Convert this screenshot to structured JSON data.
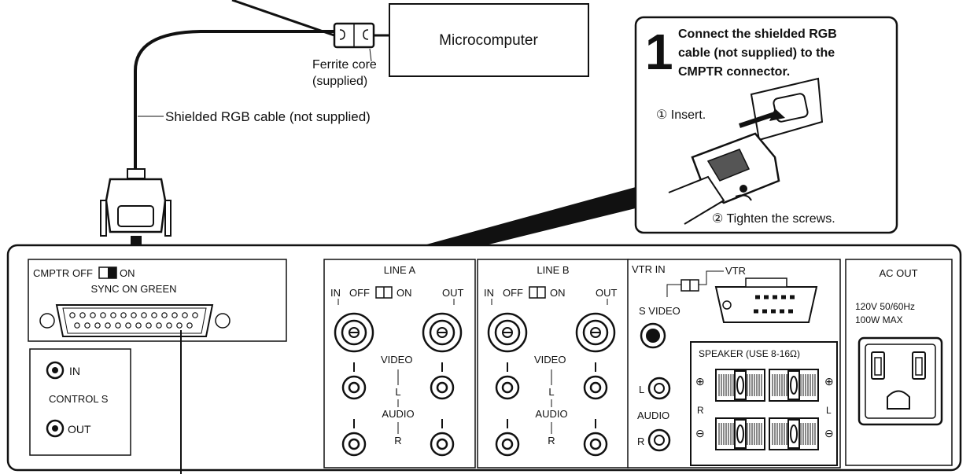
{
  "computer": {
    "label": "Microcomputer"
  },
  "ferrite": {
    "line1": "Ferrite core",
    "line2": "(supplied)"
  },
  "cable_label": "Shielded RGB cable (not supplied)",
  "step": {
    "number": "1",
    "line1": "Connect the shielded RGB",
    "line2": "cable (not supplied) to the",
    "line3": "CMPTR connector.",
    "substep1": "① Insert.",
    "substep2": "② Tighten the screws."
  },
  "panel": {
    "cmptr": {
      "label": "CMPTR",
      "off": "OFF",
      "on": "ON",
      "sync": "SYNC ON GREEN"
    },
    "controls": {
      "in": "IN",
      "label": "CONTROL S",
      "out": "OUT"
    },
    "line_a": {
      "title": "LINE A",
      "in": "IN",
      "off": "OFF",
      "on": "ON",
      "out": "OUT",
      "video": "VIDEO",
      "l": "L",
      "audio": "AUDIO",
      "r": "R"
    },
    "line_b": {
      "title": "LINE B",
      "in": "IN",
      "off": "OFF",
      "on": "ON",
      "out": "OUT",
      "video": "VIDEO",
      "l": "L",
      "audio": "AUDIO",
      "r": "R"
    },
    "vtr": {
      "vtr_in": "VTR IN",
      "vtr": "VTR",
      "s_video": "S VIDEO",
      "l": "L",
      "audio": "AUDIO",
      "r": "R"
    },
    "speaker": {
      "label": "SPEAKER (USE 8-16Ω)",
      "plus": "⊕",
      "minus": "⊖",
      "r": "R",
      "l": "L"
    },
    "ac_out": {
      "title": "AC OUT",
      "spec1": "120V 50/60Hz",
      "spec2": "100W MAX"
    }
  }
}
